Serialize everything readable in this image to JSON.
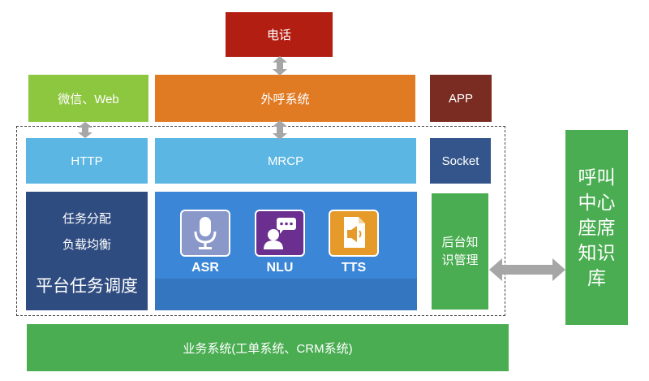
{
  "nodes": {
    "phone": "电话",
    "wechat_web": "微信、Web",
    "outbound": "外呼系统",
    "app": "APP",
    "http": "HTTP",
    "mrcp": "MRCP",
    "socket": "Socket",
    "task_assign": "任务分配",
    "load_balance": "负载均衡",
    "platform_dispatch": "平台任务调度",
    "asr": "ASR",
    "nlu": "NLU",
    "tts": "TTS",
    "backend_kb": "后台知识管理",
    "callcenter_kb": "呼叫中心座席知识库",
    "business_system": "业务系统(工单系统、CRM系统)"
  },
  "colors": {
    "red": "#b31e12",
    "light_green": "#8dc63f",
    "orange": "#e07b24",
    "dark_red": "#7b2c22",
    "light_blue": "#5bb6e3",
    "navy": "#34558b",
    "dark_navy": "#2f4c80",
    "blue": "#3b86d6",
    "green": "#4aad52",
    "arrow_gray": "#a6a6a6"
  },
  "icons": [
    "microphone-icon",
    "chat-person-icon",
    "speaker-document-icon"
  ]
}
